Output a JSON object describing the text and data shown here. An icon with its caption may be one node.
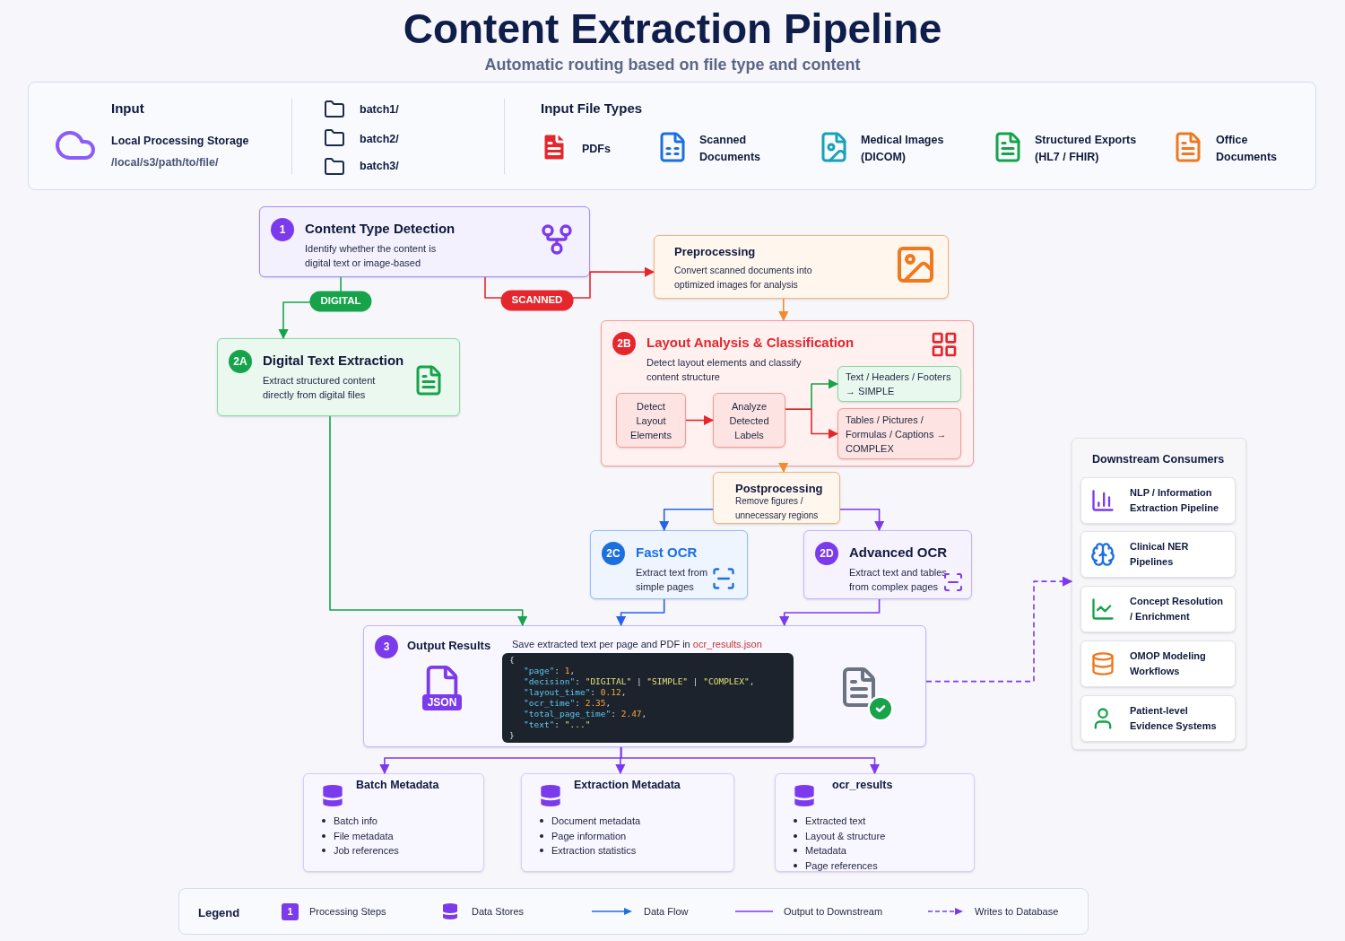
{
  "diagram": {
    "title": "Content Extraction Pipeline",
    "caption": "Automatic routing based on file type and content",
    "nodes": [
      {
        "text": [
          "1",
          "Content Type Detection",
          "Identify whether the content is digital text or image-based"
        ]
      },
      {
        "text": [
          "Preprocessing",
          "Convert scanned documents into optimized images for analysis"
        ]
      },
      {
        "text": [
          "2B",
          "Layout Analysis & Classification",
          "Detect layout elements and classify content structure"
        ]
      },
      {
        "text": [
          "Detect Layout Elements"
        ],
        "in": 2
      },
      {
        "text": [
          "Analyze Detected Labels"
        ],
        "in": 2
      },
      {
        "text": [
          "Text / Headers / Footers → SIMPLE"
        ],
        "in": 2
      },
      {
        "text": [
          "Tables / Pictures / Formulas / Captions → COMPLEX"
        ],
        "in": 2
      },
      {
        "text": [
          "2A",
          "Digital Text Extraction",
          "Extract structured content directly from digital files"
        ]
      },
      {
        "text": [
          "Postprocessing",
          "Remove figures / unnecessary regions"
        ]
      },
      {
        "text": [
          "2C",
          "Fast OCR",
          "Extract text from simple pages"
        ]
      },
      {
        "text": [
          "2D",
          "Advanced OCR",
          "Extract text and tables from complex pages"
        ]
      },
      {
        "text": [
          "3",
          "Output Results",
          "Save extracted text per page and PDF in *ocr_results.json*",
          "JSON",
          "{",
          "\"page\": 1,",
          "\"decision\": \"DIGITAL\" | \"SIMPLE\" | \"COMPLEX\",",
          "\"layout_time\": 0.12,",
          "\"ocr_time\": 2.35,",
          "\"total_page_time\": 2.47,",
          "\"text\": \"...\"",
          "}"
        ]
      },
      {
        "text": [
          "Batch Metadata",
          "Batch info",
          "File metadata",
          "Job references"
        ]
      },
      {
        "text": [
          "Extraction Metadata",
          "Document metadata",
          "Page information",
          "Extraction statistics"
        ]
      },
      {
        "text": [
          "ocr_results",
          "Extracted text",
          "Layout & structure",
          "Metadata",
          "Page references"
        ]
      },
      {
        "text": [
          "Downstream Consumers"
        ]
      },
      {
        "text": [
          "NLP / Information Extraction Pipeline"
        ],
        "in": 15
      },
      {
        "text": [
          "Clinical NER Pipelines"
        ],
        "in": 15
      },
      {
        "text": [
          "Concept Resolution / Enrichment"
        ],
        "in": 15
      },
      {
        "text": [
          "OMOP Modeling Workflows"
        ],
        "in": 15
      },
      {
        "text": [
          "Patient-level Evidence Systems"
        ],
        "in": 15
      }
    ],
    "edges": [
      {
        "from": 0,
        "to": 7,
        "arrow": "to",
        "label": "DIGITAL",
        "color": "#16a34a"
      },
      {
        "from": 0,
        "to": 1,
        "arrow": "to",
        "label": "SCANNED",
        "color": "#e5262d"
      },
      {
        "from": 1,
        "to": 2,
        "arrow": "to",
        "color": "#f28a2e"
      },
      {
        "from": 3,
        "to": 4,
        "arrow": "to",
        "color": "#e5262d"
      },
      {
        "from": 4,
        "to": 5,
        "arrow": "to",
        "color": "#16a34a"
      },
      {
        "from": 4,
        "to": 6,
        "arrow": "to",
        "color": "#e5262d"
      },
      {
        "from": 2,
        "to": 8,
        "arrow": "to",
        "color": "#f28a2e"
      },
      {
        "from": 8,
        "to": 9,
        "arrow": "to",
        "color": "#2563eb"
      },
      {
        "from": 8,
        "to": 10,
        "arrow": "to",
        "color": "#7c3aed"
      },
      {
        "from": 7,
        "to": 11,
        "arrow": "to",
        "color": "#16a34a"
      },
      {
        "from": 9,
        "to": 11,
        "arrow": "to",
        "color": "#2563eb"
      },
      {
        "from": 10,
        "to": 11,
        "arrow": "to",
        "color": "#7c3aed"
      },
      {
        "from": 11,
        "to": 12,
        "arrow": "to",
        "color": "#7c3aed"
      },
      {
        "from": 11,
        "to": 13,
        "arrow": "to",
        "color": "#7c3aed"
      },
      {
        "from": 11,
        "to": 14,
        "arrow": "to",
        "color": "#7c3aed"
      },
      {
        "from": 11,
        "to": 15,
        "arrow": "to",
        "style": "dashed",
        "color": "#7c3aed"
      }
    ],
    "labels": [
      "Input",
      "Local Processing Storage",
      "/local/s3/path/to/file/",
      "batch1/",
      "batch2/",
      "batch3/",
      "Input File Types",
      "PDFs",
      "Scanned Documents",
      "Medical Images (DICOM)",
      "Structured Exports (HL7 / FHIR)",
      "Office Documents",
      "Legend",
      "1"
    ],
    "legend": [
      {
        "text": "Processing Steps",
        "color": "#7c3aed"
      },
      {
        "text": "Data Stores"
      },
      {
        "text": "Data Flow"
      },
      {
        "text": "Output to Downstream"
      },
      {
        "text": "Writes to Database"
      }
    ]
  }
}
